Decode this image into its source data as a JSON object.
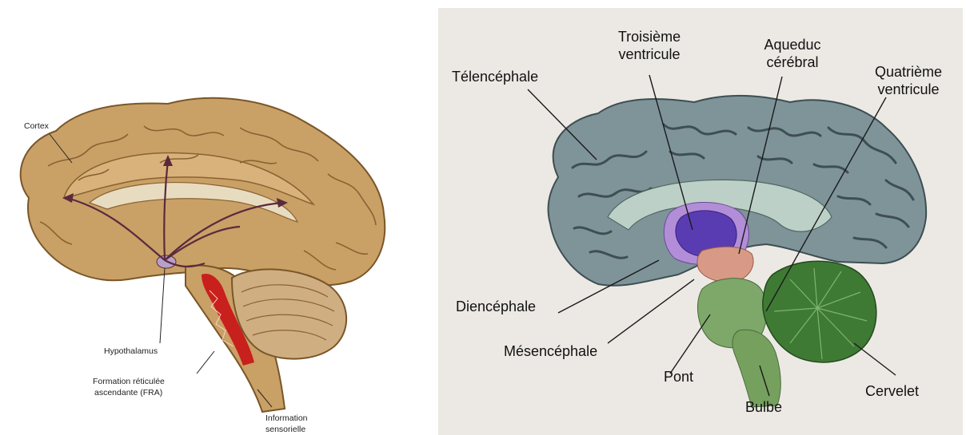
{
  "left_figure": {
    "labels": {
      "cortex": "Cortex",
      "hypothalamus": "Hypothalamus",
      "fra_line1": "Formation réticulée",
      "fra_line2": "ascendante (FRA)",
      "info_line1": "Information",
      "info_line2": "sensorielle"
    },
    "colors": {
      "brain": "#c9a066",
      "gyri_lines": "#8a6232",
      "arrows": "#5a2a3c",
      "fra": "#c8201c"
    }
  },
  "right_figure": {
    "labels": {
      "telencephale": "Télencéphale",
      "troisieme_line1": "Troisième",
      "troisieme_line2": "ventricule",
      "aqueduc_line1": "Aqueduc",
      "aqueduc_line2": "cérébral",
      "quatrieme_line1": "Quatrième",
      "quatrieme_line2": "ventricule",
      "diencephale": "Diencéphale",
      "mesencephale": "Mésencéphale",
      "pont": "Pont",
      "bulbe": "Bulbe",
      "cervelet": "Cervelet"
    },
    "colors": {
      "cortex": "#7e9499",
      "ventricle": "#5a3cb2",
      "diencephalon": "#b38ed8",
      "midbrain": "#d89a86",
      "pons": "#7ea86a",
      "cerebellum": "#3e7a34",
      "background": "#ece9e4"
    }
  }
}
